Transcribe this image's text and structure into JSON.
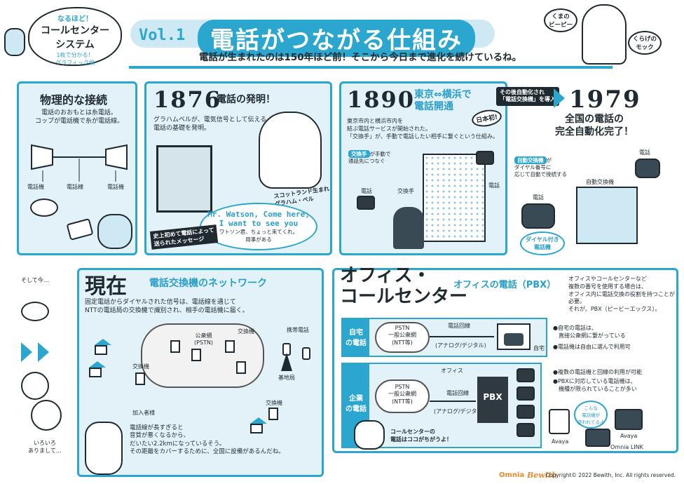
{
  "logo": {
    "line1": "なるほど！",
    "line2": "コールセンター",
    "line3": "システム",
    "line4": "1枚で分かる！",
    "line5": "グラフィック編"
  },
  "header": {
    "vol": "Vol.1",
    "title": "電話がつながる仕組み",
    "subtitle": "電話が生まれたのは150年ほど前！そこから今日まで進化を続けているね。",
    "kuma": "くまの\nビーピー",
    "moku": "くらげの\nモック"
  },
  "physical": {
    "title": "物理的な接続",
    "text": "電話のおおもとは糸電話。\nコップが電話機で糸が電話線。",
    "label1": "電話機",
    "label2": "電話線",
    "label3": "電話機"
  },
  "y1876": {
    "year": "1876",
    "title": "電話の発明！",
    "text": "グラハムベルが、電気信号として伝える\n電話の基礎を発明。",
    "bell": "スコットランド生まれ\nグラハム・ベル",
    "quote": "Mr. Watson, Come here;\nI want to see you",
    "quote_jp": "ワトソン君、ちょっと来てくれ。\n用事がある",
    "first": "史上初めて電話によって\n送られたメッセージ"
  },
  "y1890": {
    "year": "1890",
    "title": "東京⇔横浜で\n電話開通",
    "badge": "日本初!",
    "text1": "東京市内と横浜市内を",
    "text2": "結ぶ電話サービスが開始された。",
    "text3": "「交換手」が、手動で電話したい相手に繋ぐという仕組み。",
    "op_badge": "交換手",
    "op_note": "が手動で\n通話先につなぐ",
    "phone_l": "電話",
    "phone_r": "電話",
    "op_label": "交換手"
  },
  "y1979": {
    "note": "その後自動化され\n「電話交換機」を導入",
    "year": "1979",
    "title": "全国の電話の\n完全自動化完了！",
    "badge": "自動交換機",
    "desc": "が\nダイヤル番号に\n応じて自動で接続する",
    "phone_tr": "電話",
    "phone_l": "電話",
    "exch": "自動交換機",
    "dial": "ダイヤル付き\n電話機"
  },
  "now": {
    "side": "そして今…",
    "side2": "いろいろ\nありまして…",
    "title_big": "現在",
    "title": "電話交換機のネットワーク",
    "text": "固定電話からダイヤルされた信号は、電話線を通じて\nNTTの電話局の交換機で識別され、相手の電話機に届く。",
    "pstn": "公衆網\n(PSTN)",
    "exch1": "交換機",
    "exch2": "交換機",
    "exch3": "交換機",
    "mobile": "携帯電話",
    "base": "基地局",
    "subscriber": "加入者様",
    "bear_text": "電話線が長すぎると\n音質が悪くなるから、\nだいたい2.2kmになっているそう。\nその距離をカバーするために、全国に設備があるんだね。"
  },
  "office": {
    "title_big": "オフィス・\nコールセンター",
    "title": "オフィスの電話（PBX）",
    "desc": "オフィスやコールセンターなど\n複数の番号を使用する場合は、\nオフィス内に電話交換の役割を持つことが必要。\nそれが、PBX（ピービーエックス）。",
    "home_label": "自宅\nの電話",
    "pstn1": "PSTN\n一般公衆網\n(NTT等)",
    "line1": "電話回線",
    "ana1": "(アナログ/デジタル)",
    "home": "自宅",
    "home_b1": "●自宅の電話は、\n　直接公衆網に繋がっている",
    "home_b2": "●電話機は自由に選んで利用可",
    "corp_label": "企業\nの電話",
    "office": "オフィス",
    "pstn2": "PSTN\n一般公衆網\n(NTT等)",
    "line2": "電話回線",
    "ana2": "(アナログ/デジタル)",
    "pbx": "PBX",
    "corp_b1": "●複数の電話機と回線の利用が可能",
    "corp_b2": "●PBXに対応している電話機は、\n　機種が限られていることが多い",
    "callcenter": "コールセンターの\n電話はココがちがうよ！",
    "bubble": "こんな\n電話機が\n使われてるよ",
    "avaya1": "Avaya",
    "avaya2": "Avaya",
    "omnia": "Omnia LINK"
  },
  "footer": {
    "brand1": "Omnia",
    "brand2": "Bewith",
    "copy": "Copyright© 2022 Bewith, Inc. All rights reserved."
  },
  "colors": {
    "accent": "#2aa6cf",
    "panel": "#e3f2f9",
    "ink": "#1f2a30"
  }
}
